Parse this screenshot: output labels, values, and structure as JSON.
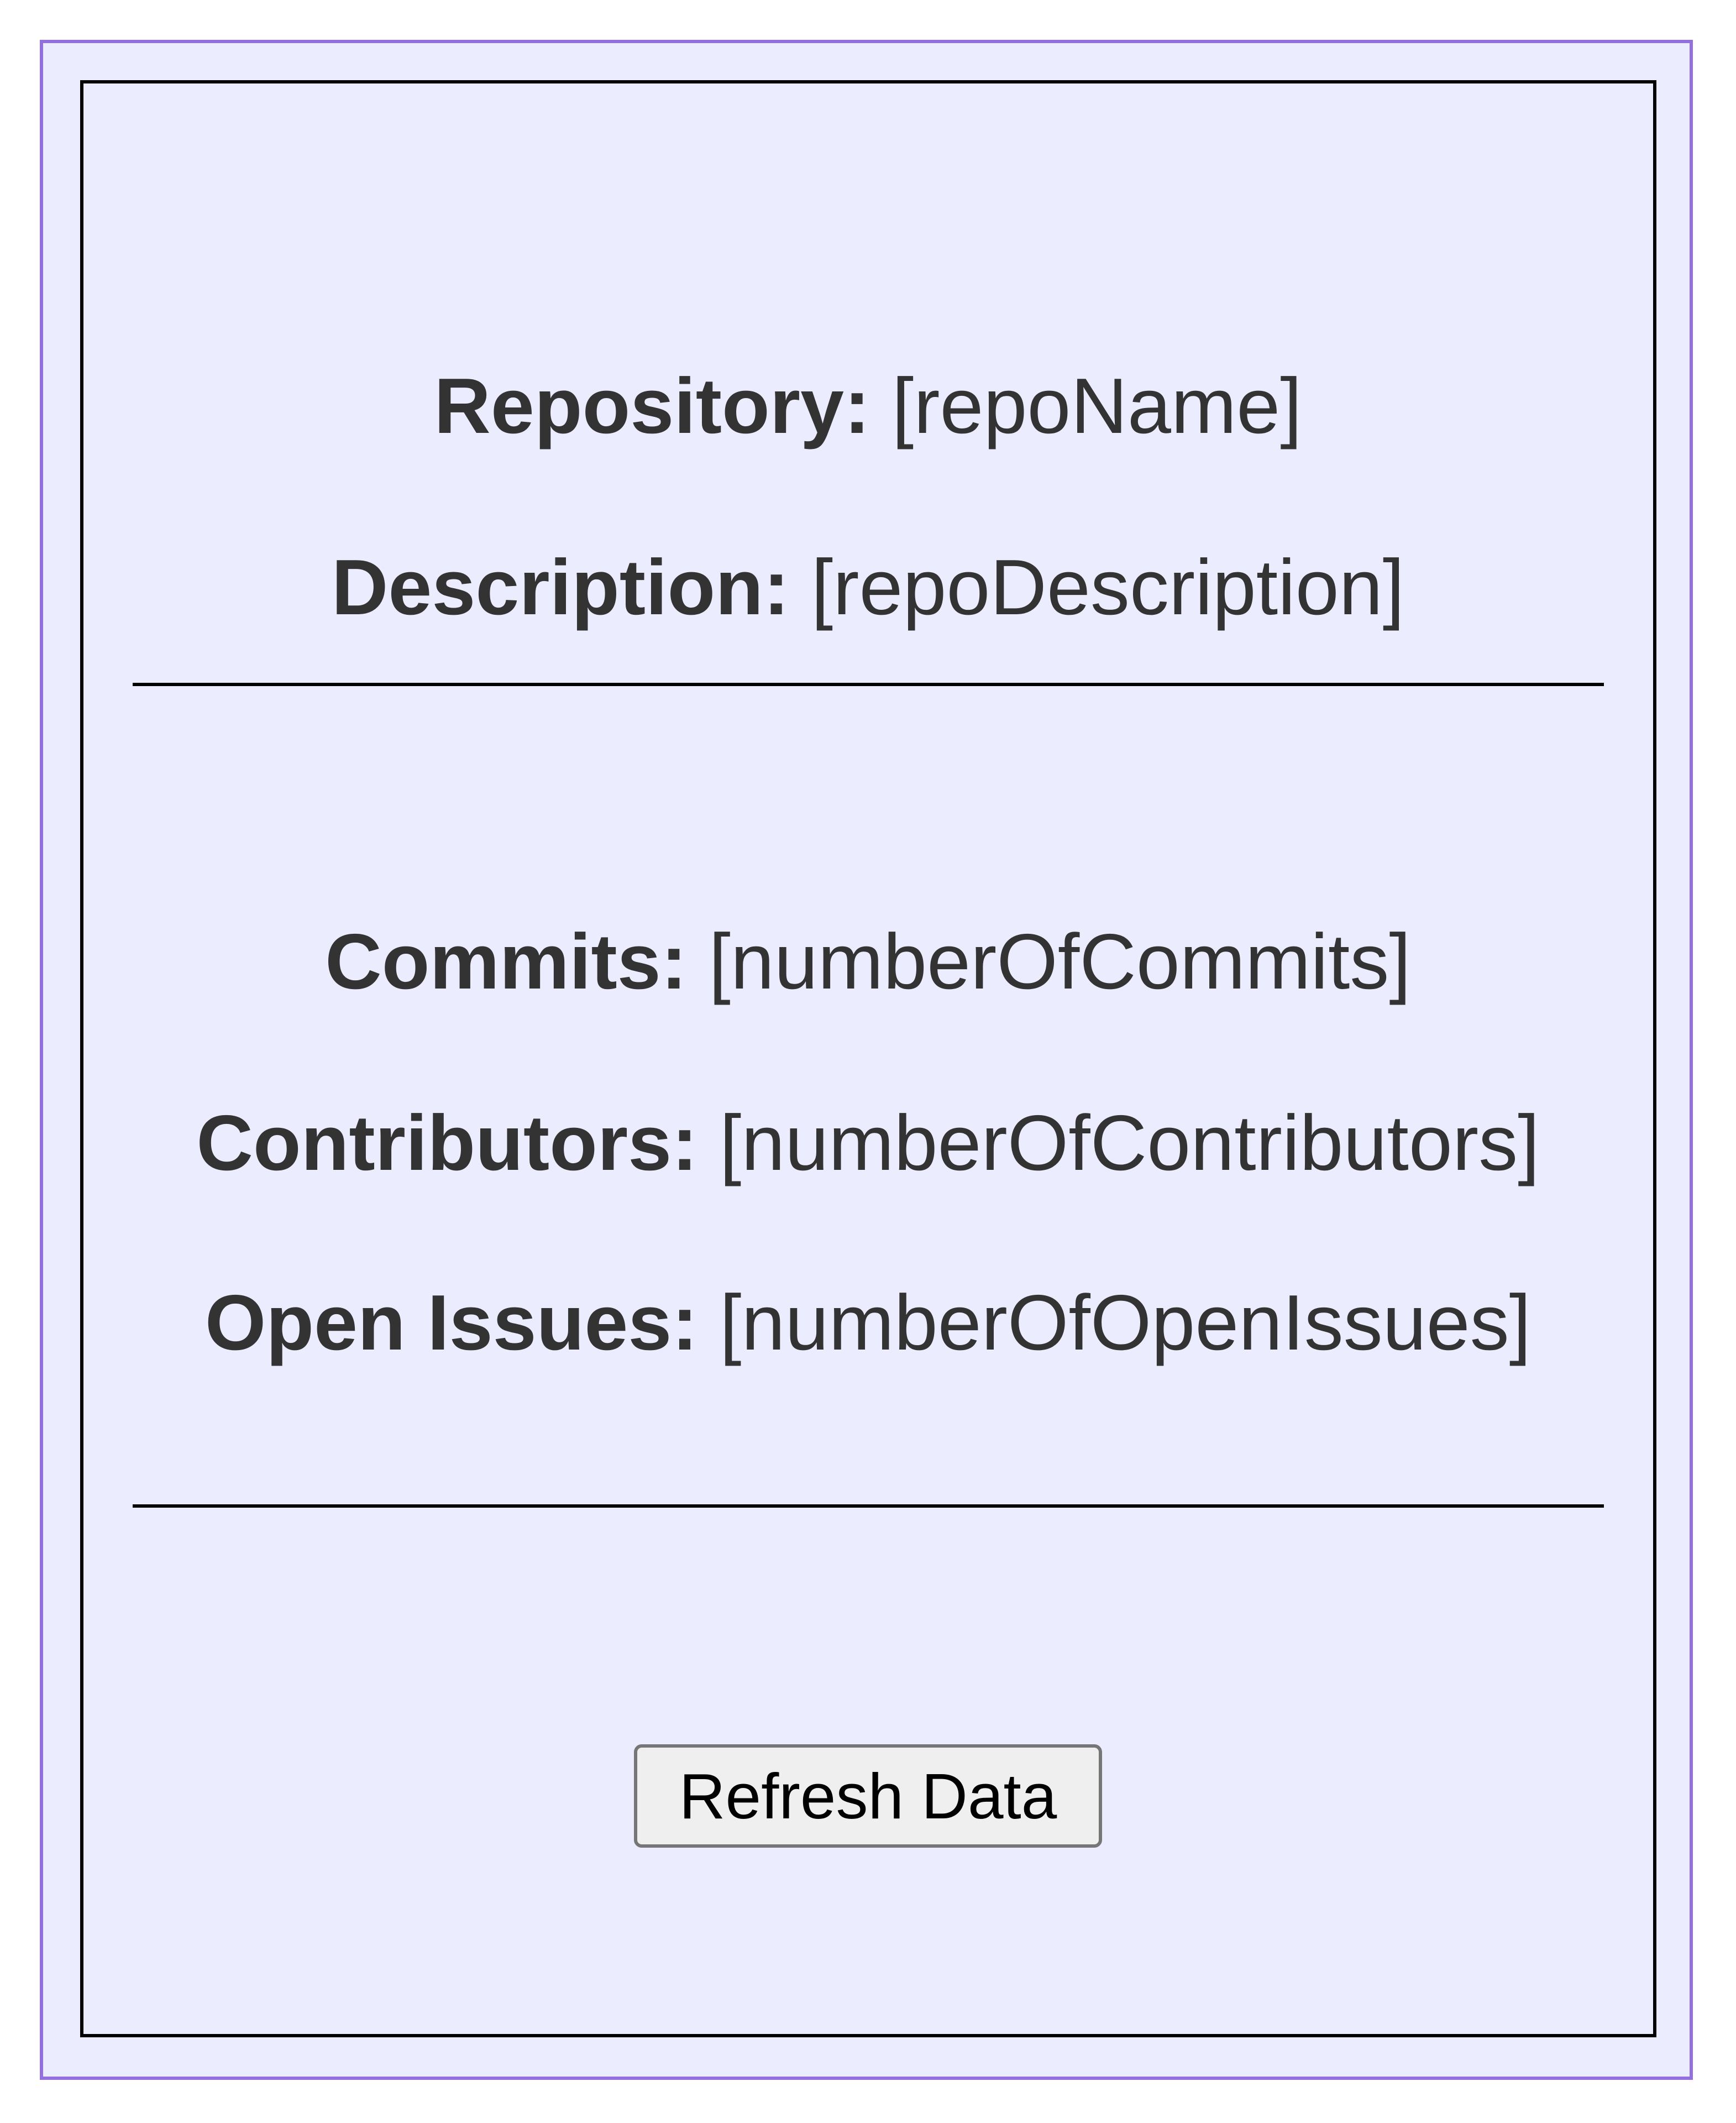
{
  "repo": {
    "name_label": "Repository:",
    "name_value": "[repoName]",
    "description_label": "Description:",
    "description_value": "[repoDescription]"
  },
  "stats": {
    "commits_label": "Commits:",
    "commits_value": "[numberOfCommits]",
    "contributors_label": "Contributors:",
    "contributors_value": "[numberOfContributors]",
    "issues_label": "Open Issues:",
    "issues_value": "[numberOfOpenIssues]"
  },
  "actions": {
    "refresh_label": "Refresh Data"
  },
  "colors": {
    "background": "#ececff",
    "outer_border": "#9370db",
    "text": "#333333"
  }
}
